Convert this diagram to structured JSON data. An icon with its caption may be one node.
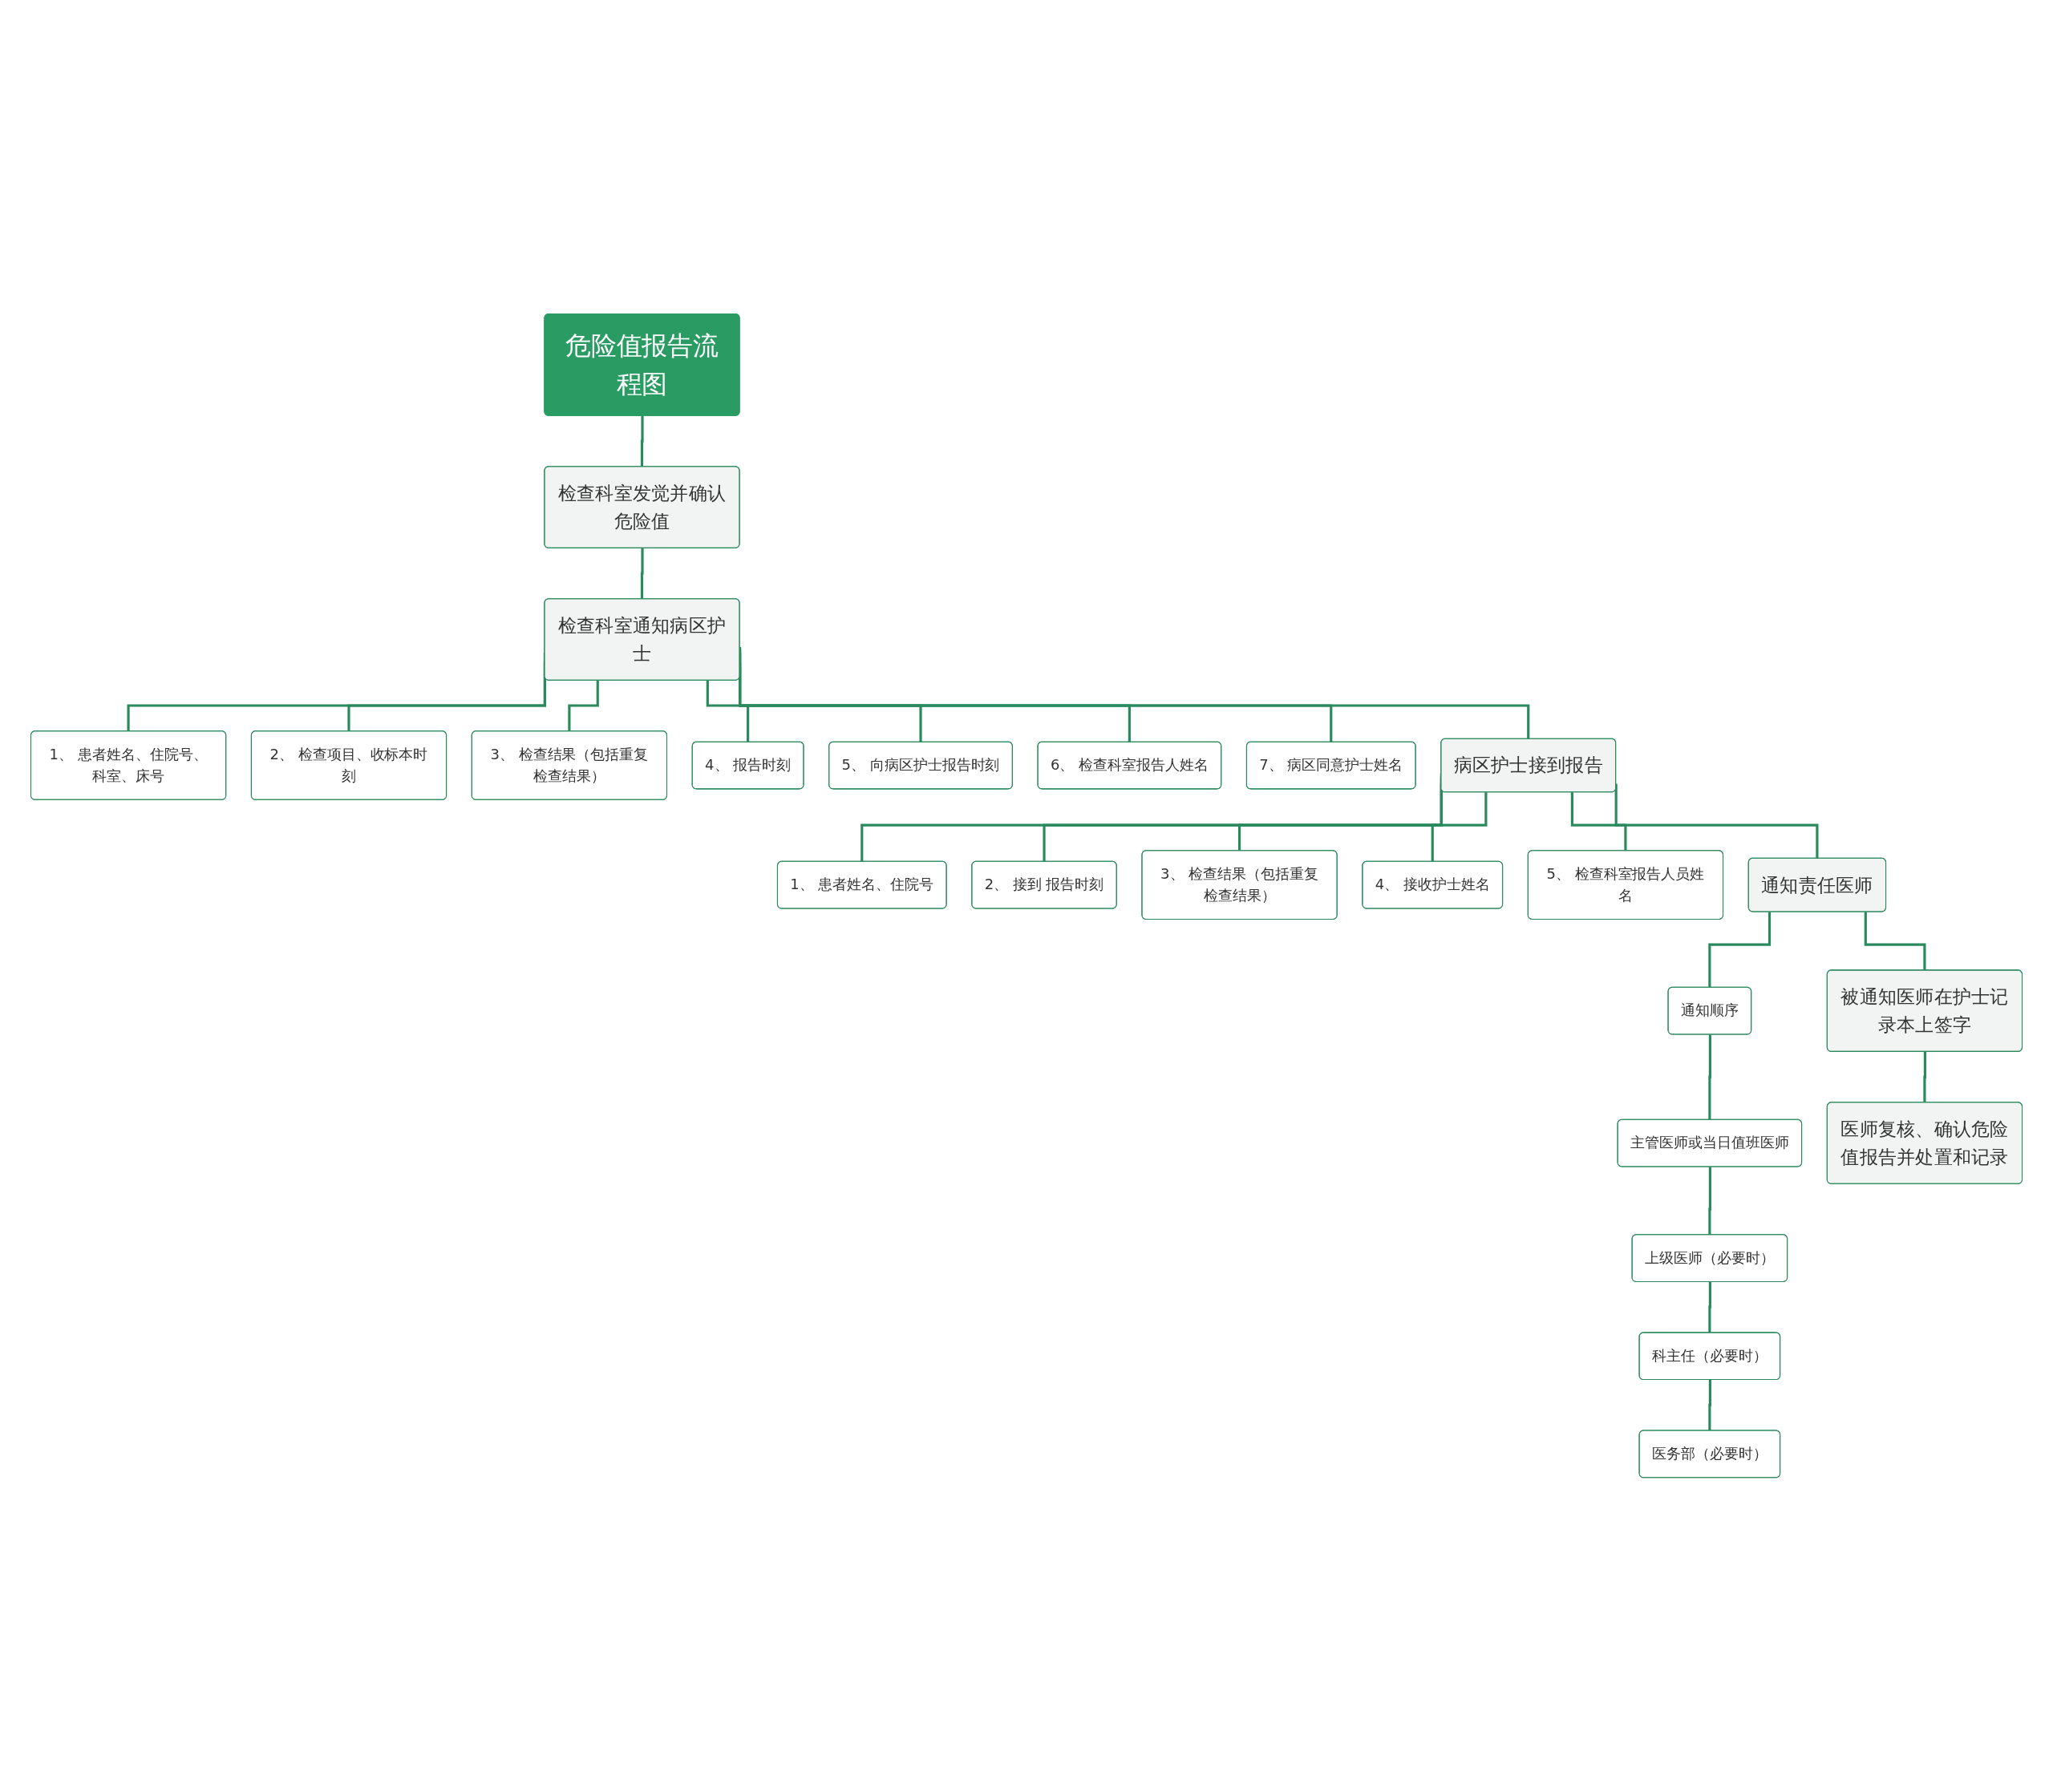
{
  "diagram": {
    "nodes": [
      {
        "text": [
          "危险值报告流程图"
        ]
      },
      {
        "text": [
          "检查科室发觉并确认危险值"
        ]
      },
      {
        "text": [
          "检查科室通知病区护士"
        ]
      },
      {
        "text": [
          "1、 患者姓名、住院号、科室、床号"
        ]
      },
      {
        "text": [
          "2、 检查项目、收标本时刻"
        ]
      },
      {
        "text": [
          "3、 检查结果（包括重复检查结果）"
        ]
      },
      {
        "text": [
          "4、 报告时刻"
        ]
      },
      {
        "text": [
          "5、 向病区护士报告时刻"
        ]
      },
      {
        "text": [
          "6、 检查科室报告人姓名"
        ]
      },
      {
        "text": [
          "7、 病区同意护士姓名"
        ]
      },
      {
        "text": [
          "病区护士接到报告"
        ]
      },
      {
        "text": [
          "1、 患者姓名、住院号"
        ]
      },
      {
        "text": [
          "2、 接到 报告时刻"
        ]
      },
      {
        "text": [
          "3、 检查结果（包括重复检查结果）"
        ]
      },
      {
        "text": [
          "4、 接收护士姓名"
        ]
      },
      {
        "text": [
          "5、 检查科室报告人员姓名"
        ]
      },
      {
        "text": [
          "通知责任医师"
        ]
      },
      {
        "text": [
          "通知顺序"
        ]
      },
      {
        "text": [
          "主管医师或当日值班医师"
        ]
      },
      {
        "text": [
          "上级医师（必要时）"
        ]
      },
      {
        "text": [
          "科主任（必要时）"
        ]
      },
      {
        "text": [
          "医务部（必要时）"
        ]
      },
      {
        "text": [
          "被通知医师在护士记录本上签字"
        ]
      },
      {
        "text": [
          "医师复核、确认危险值报告并处置和记录"
        ]
      }
    ],
    "edges": [
      {
        "from": 0,
        "to": 1,
        "arrow": "none"
      },
      {
        "from": 1,
        "to": 2,
        "arrow": "none"
      },
      {
        "from": 2,
        "to": 3,
        "arrow": "none"
      },
      {
        "from": 2,
        "to": 4,
        "arrow": "none"
      },
      {
        "from": 2,
        "to": 5,
        "arrow": "none"
      },
      {
        "from": 2,
        "to": 6,
        "arrow": "none"
      },
      {
        "from": 2,
        "to": 7,
        "arrow": "none"
      },
      {
        "from": 2,
        "to": 8,
        "arrow": "none"
      },
      {
        "from": 2,
        "to": 9,
        "arrow": "none"
      },
      {
        "from": 2,
        "to": 10,
        "arrow": "none"
      },
      {
        "from": 10,
        "to": 11,
        "arrow": "none"
      },
      {
        "from": 10,
        "to": 12,
        "arrow": "none"
      },
      {
        "from": 10,
        "to": 13,
        "arrow": "none"
      },
      {
        "from": 10,
        "to": 14,
        "arrow": "none"
      },
      {
        "from": 10,
        "to": 15,
        "arrow": "none"
      },
      {
        "from": 10,
        "to": 16,
        "arrow": "none"
      },
      {
        "from": 16,
        "to": 17,
        "arrow": "none"
      },
      {
        "from": 17,
        "to": 18,
        "arrow": "none"
      },
      {
        "from": 18,
        "to": 19,
        "arrow": "none"
      },
      {
        "from": 19,
        "to": 20,
        "arrow": "none"
      },
      {
        "from": 20,
        "to": 21,
        "arrow": "none"
      },
      {
        "from": 16,
        "to": 22,
        "arrow": "none"
      },
      {
        "from": 22,
        "to": 23,
        "arrow": "none"
      }
    ]
  }
}
